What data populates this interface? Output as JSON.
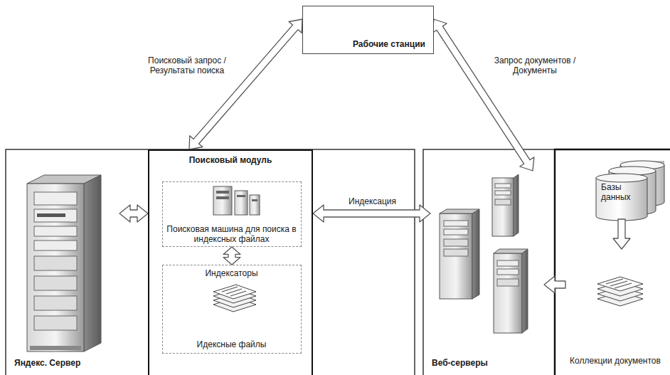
{
  "diagram": {
    "nodes": [
      {
        "text": [
          "Рабочие станции"
        ]
      },
      {
        "text": [
          "Яндекс. Сервер"
        ]
      },
      {
        "text": [
          "Поисковый модуль"
        ]
      },
      {
        "text": [
          "Поисковая машина для поиска в индексных файлах"
        ],
        "in": 2
      },
      {
        "text": [
          "Индексаторы",
          "Идексные файлы"
        ],
        "in": 2
      },
      {
        "text": [
          "Веб-серверы"
        ]
      },
      {
        "text": [
          "Базы данных"
        ]
      },
      {
        "text": [
          "Коллекции документов"
        ]
      }
    ],
    "edges": [
      {
        "from": 0,
        "to": 2,
        "label": "Поисковый запрос / Результаты поиска",
        "arrow": "both"
      },
      {
        "from": 0,
        "to": 5,
        "label": "Запрос документов / Документы",
        "arrow": "both"
      },
      {
        "from": 1,
        "to": 2,
        "arrow": "both"
      },
      {
        "from": 3,
        "to": 4,
        "arrow": "both"
      },
      {
        "from": 2,
        "to": 5,
        "label": "Индексация",
        "arrow": "both"
      },
      {
        "from": 6,
        "to": 7,
        "arrow": "to"
      },
      {
        "from": 7,
        "to": 5,
        "arrow": "to"
      }
    ]
  }
}
